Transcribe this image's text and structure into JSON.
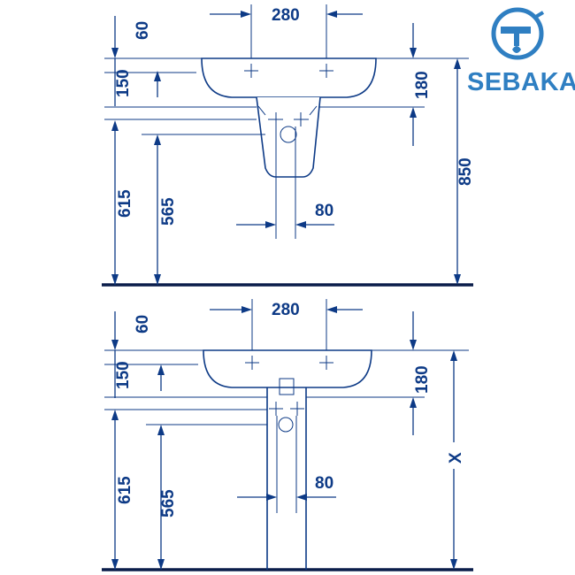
{
  "logo": {
    "text": "SEBAKA",
    "color": "#2f7fc2",
    "icon": "pipe-wrench-circle-logo"
  },
  "colors": {
    "line": "#0d3a86",
    "floor": "#0a1d4a"
  },
  "top_diagram": {
    "width_tap_spacing": "280",
    "top_offset": "60",
    "basin_depth": "150",
    "basin_height": "180",
    "rim_height": "850",
    "waste_height_upper": "615",
    "waste_height_lower": "565",
    "pipe_spacing": "80"
  },
  "bottom_diagram": {
    "width_tap_spacing": "280",
    "top_offset": "60",
    "basin_depth": "150",
    "basin_height": "180",
    "rim_height": "X",
    "waste_height_upper": "615",
    "waste_height_lower": "565",
    "pipe_spacing": "80"
  }
}
